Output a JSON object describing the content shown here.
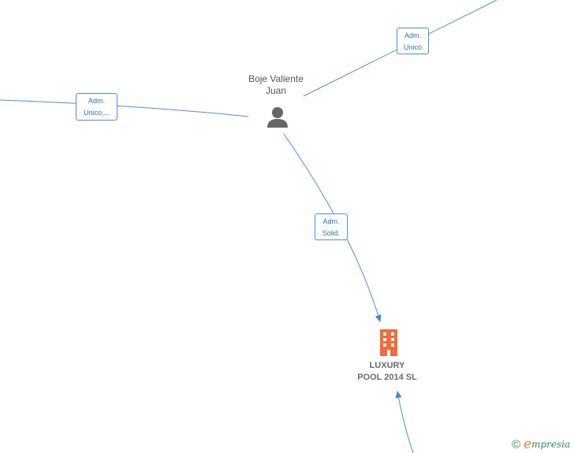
{
  "person": {
    "name_line1": "Boje Valiente",
    "name_line2": "Juan",
    "icon": "person-icon"
  },
  "company": {
    "name_line1": "LUXURY",
    "name_line2": "POOL 2014  SL",
    "icon": "building-icon",
    "color": "#f26b3a"
  },
  "edges": [
    {
      "line1": "Adm.",
      "line2": "Unico"
    },
    {
      "line1": "Adm.",
      "line2": "Unico,..."
    },
    {
      "line1": "Adm.",
      "line2": "Solid."
    }
  ],
  "footer": {
    "copyright_symbol": "©",
    "brand_initial": "e",
    "brand_rest": "mpresia"
  },
  "colors": {
    "edge": "#4a90d9",
    "person_icon": "#666666"
  }
}
